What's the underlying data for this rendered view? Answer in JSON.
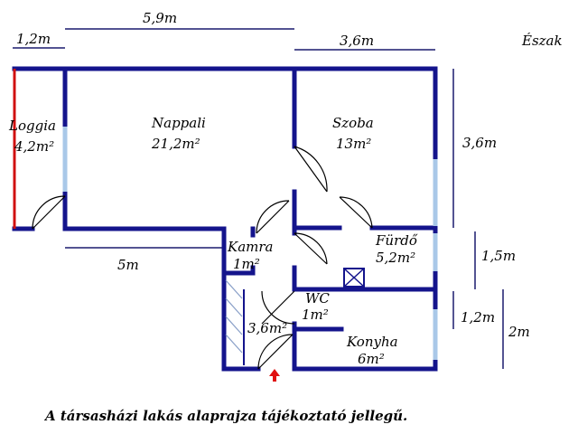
{
  "north_label": "Észak",
  "dimensions": {
    "top_left": "1,2m",
    "top_middle": "5,9m",
    "top_right": "3,6m",
    "right_room": "3,6m",
    "bottom_left": "5m",
    "right_bath": "1,5m",
    "right_kitchen": "1,2m",
    "right_total": "2m"
  },
  "rooms": {
    "loggia": {
      "name": "Loggia",
      "area": "4,2m²"
    },
    "nappali": {
      "name": "Nappali",
      "area": "21,2m²"
    },
    "szoba": {
      "name": "Szoba",
      "area": "13m²"
    },
    "kamra": {
      "name": "Kamra",
      "area": "1m²"
    },
    "furdo": {
      "name": "Fürdő",
      "area": "5,2m²"
    },
    "wc": {
      "name": "WC",
      "area": "1m²"
    },
    "hall": {
      "area": "3,6m²"
    },
    "konyha": {
      "name": "Konyha",
      "area": "6m²"
    }
  },
  "colors": {
    "wall": "#14148c",
    "window": "#a9c8e8",
    "loggia_rail": "#d01010",
    "entrance_arrow": "#e01010"
  },
  "caption": "A társasházi lakás alaprajza tájékoztató jellegű."
}
